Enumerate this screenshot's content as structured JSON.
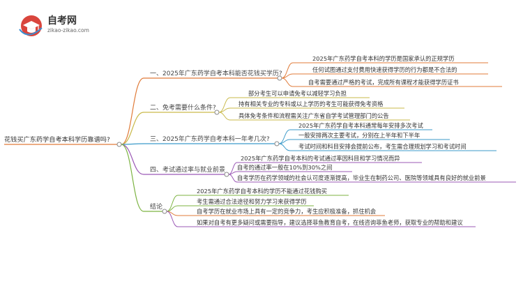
{
  "logo": {
    "title": "自考网",
    "url": "zikao-zikao.com"
  },
  "root": {
    "label": "花钱买广东药学自考本科学历靠谱吗?",
    "color": "#e07b39"
  },
  "branches": [
    {
      "label": "一、2025年广东药学自考本科能否花钱买学历?",
      "color": "#e07b39",
      "leaves": [
        "2025年广东药学自考本科的学历是国家承认的正规学历",
        "任何试图通过支付费用快速获得学历的行为都是不合法的",
        "自考需要通过严格的考试，完成所有课程才能获得学历证书"
      ]
    },
    {
      "label": "二、免考需要什么条件?",
      "color": "#c9b94a",
      "leaves": [
        "部分考生可以申请免考以减轻学习负担",
        "持有相关专业的专科或以上学历的考生可能获得免考资格",
        "具体免考条件和流程需关注广东省自学考试管理部门的公告"
      ]
    },
    {
      "label": "三、2025年广东药学自考本科一年考几次?",
      "color": "#3b9ac9",
      "leaves": [
        "2025年广东药学自考本科通常每年安排多次考试",
        "一般安排两次主要考试，分别在上半年和下半年",
        "考试时间和科目安排会提前公布，考生需合理规划学习和考试时间"
      ]
    },
    {
      "label": "四、考试通过率与就业前景",
      "color": "#9b59b6",
      "leaves": [
        "2025年广东药学自考本科的考试通过率因科目和学习情况而异",
        "自考的通过率一般在10%到30%之间",
        "自考学历在药学领域的社会认可度逐渐提高，毕业生在制药公司、医院等领域具有良好的就业前景"
      ]
    },
    {
      "label": "结论",
      "color": "#7cb342",
      "leaves": [
        "2025年广东药学自考本科的学历不能通过花钱购买",
        "考生需通过合法途径和努力学习来获得学历",
        "自考学历在就业市场上具有一定的竞争力，考生应积极准备，抓住机会",
        "如果对自考有更多疑问或需要指导，建议选择菲鱼教育自考，在线咨询菲鱼老师，获取专业的帮助和建议"
      ]
    }
  ],
  "leaf_colors": [
    [
      "#e07b39",
      "#e07b39",
      "#e07b39"
    ],
    [
      "#c9b94a",
      "#c9b94a",
      "#c9b94a"
    ],
    [
      "#3b9ac9",
      "#3b9ac9",
      "#3b9ac9"
    ],
    [
      "#9b59b6",
      "#9b59b6",
      "#9b59b6"
    ],
    [
      "#7cb342",
      "#7cb342",
      "#e07b39",
      "#9b59b6"
    ]
  ]
}
